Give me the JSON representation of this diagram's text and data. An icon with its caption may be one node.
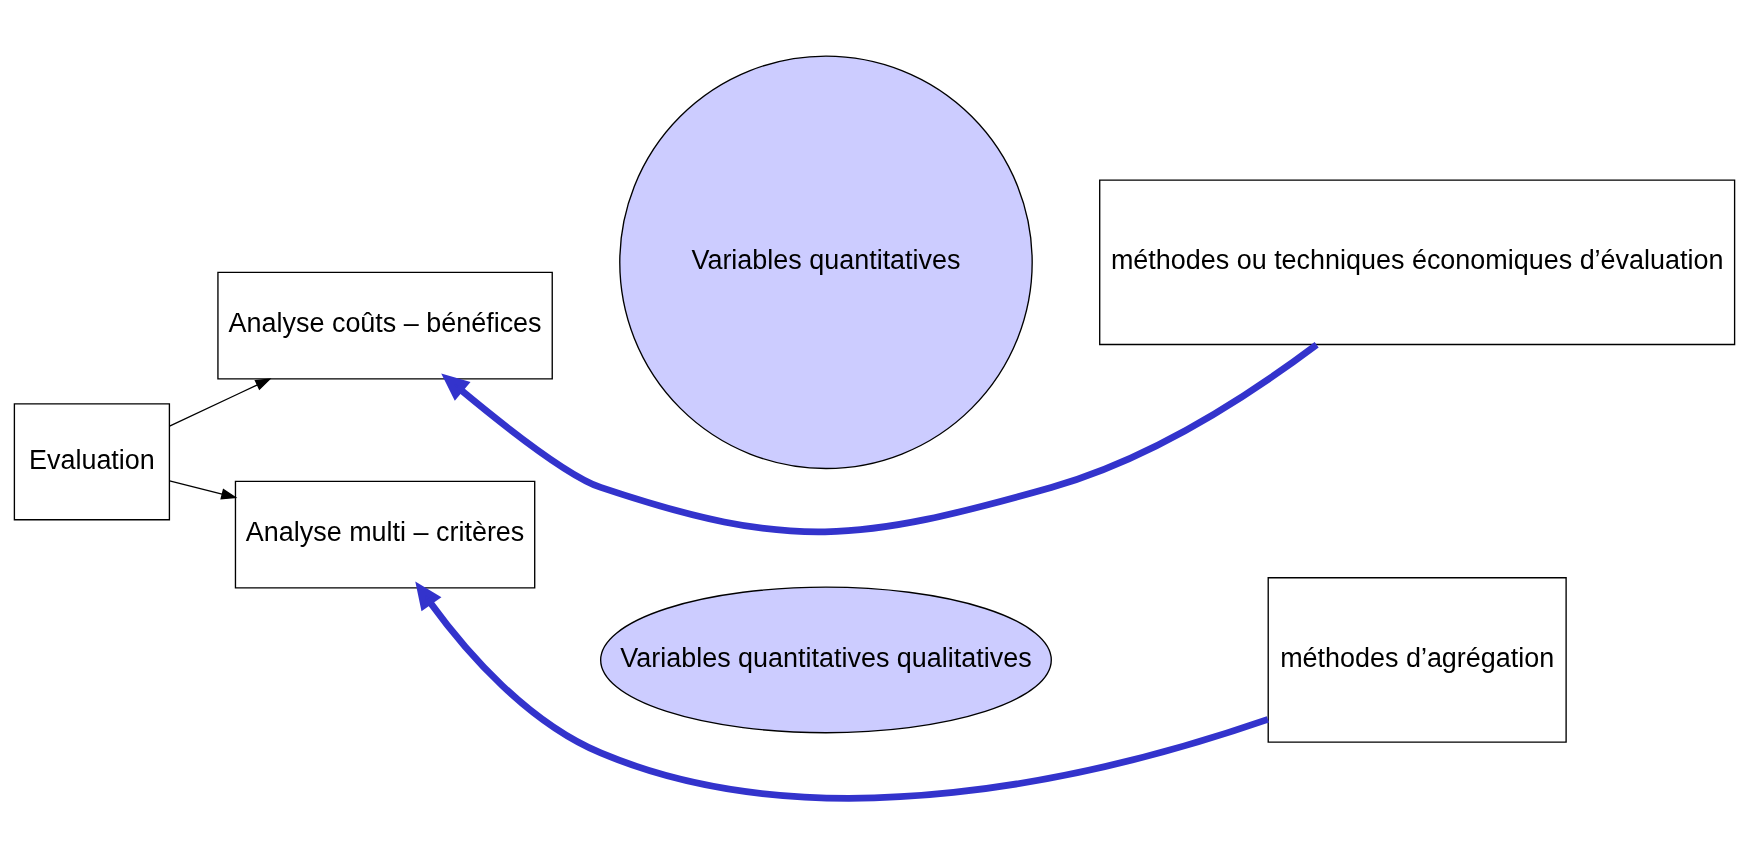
{
  "diagram": {
    "nodes": [
      {
        "text": [
          "Evaluation"
        ]
      },
      {
        "text": [
          "Analyse coûts – bénéfices"
        ]
      },
      {
        "text": [
          "Variables quantitatives"
        ]
      },
      {
        "text": [
          "méthodes ou techniques économiques d’évaluation"
        ]
      },
      {
        "text": [
          "Analyse multi – critères"
        ]
      },
      {
        "text": [
          "Variables quantitatives qualitatives"
        ]
      },
      {
        "text": [
          "méthodes d’agrégation"
        ]
      }
    ],
    "edges": [
      {
        "from": 0,
        "to": 1,
        "arrow": "to"
      },
      {
        "from": 0,
        "to": 4,
        "arrow": "to"
      },
      {
        "from": 3,
        "to": 1,
        "arrow": "to",
        "style": "thick",
        "color": "#3333cc"
      },
      {
        "from": 6,
        "to": 4,
        "arrow": "to",
        "style": "thick",
        "color": "#3333cc"
      }
    ]
  }
}
